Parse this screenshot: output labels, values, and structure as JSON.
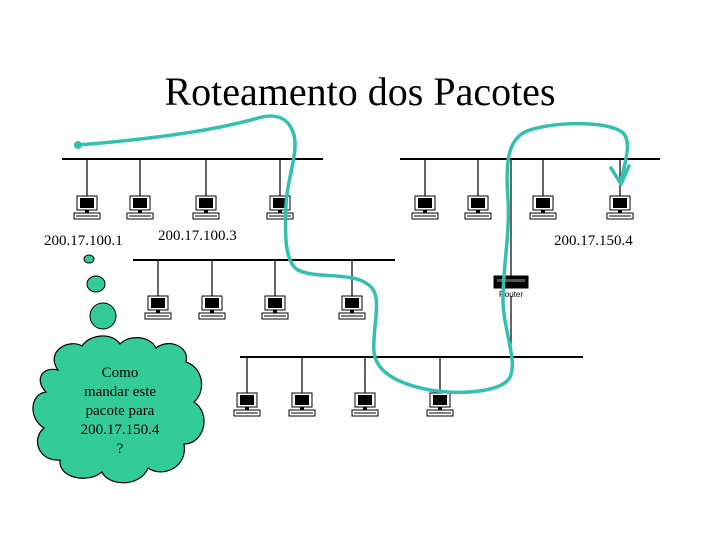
{
  "title": "Roteamento dos Pacotes",
  "hosts": {
    "left_top_first": "200.17.100.1",
    "left_top_fourth": "200.17.100.3",
    "right_top_last": "200.17.150.4"
  },
  "router_label": "Router",
  "thought_bubble": {
    "lines": [
      "Como",
      "mandar este",
      "pacote para",
      "200.17.150.4",
      "?"
    ]
  },
  "colors": {
    "packet_path": "#33c0b0",
    "bubble_fill": "#33cc99",
    "network_line": "#000000"
  }
}
